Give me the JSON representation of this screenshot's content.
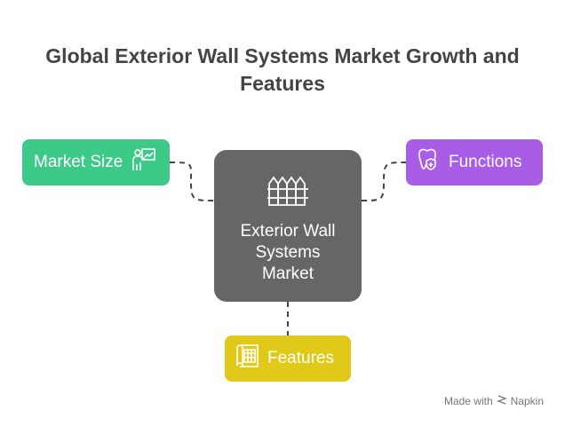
{
  "title": "Global Exterior Wall Systems Market Growth and Features",
  "center": {
    "label": "Exterior Wall Systems Market",
    "icon": "fence-icon",
    "color": "#666666"
  },
  "nodes": {
    "market_size": {
      "label": "Market Size",
      "icon": "presentation-icon",
      "color": "#3dc987"
    },
    "functions": {
      "label": "Functions",
      "icon": "tooth-shield-icon",
      "color": "#a95ce6"
    },
    "features": {
      "label": "Features",
      "icon": "blueprint-icon",
      "color": "#e0c919"
    }
  },
  "footer": {
    "made_with": "Made with",
    "brand": "Napkin"
  }
}
